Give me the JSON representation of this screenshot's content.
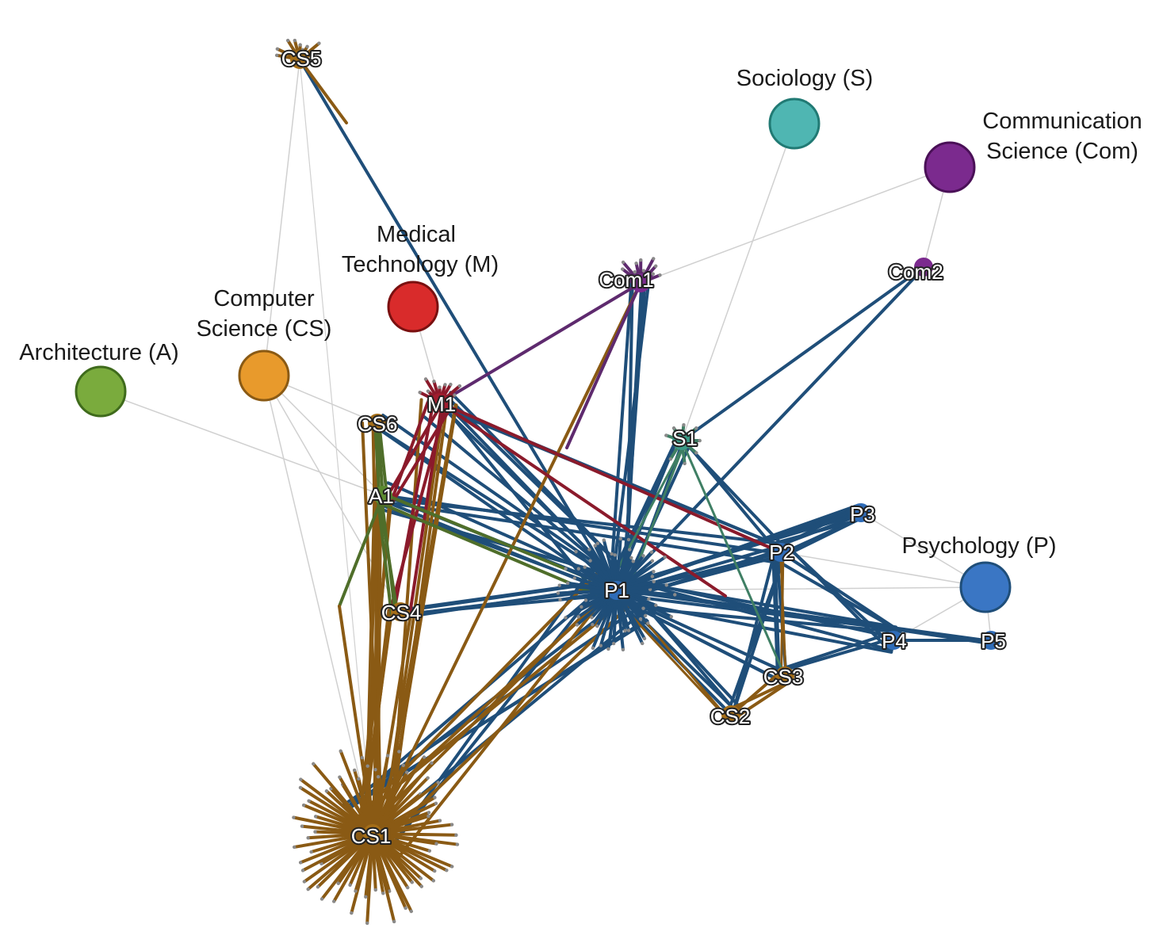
{
  "colors": {
    "architecture": "#7aab3d",
    "computer_science": "#e89a2c",
    "medical_technology": "#d92b2b",
    "sociology": "#4fb6b2",
    "communication_science": "#7b2a8e",
    "psychology": "#3a76c4",
    "edge_p": "#1f4e79",
    "edge_cs": "#8a5a14",
    "edge_m": "#8b1a2b",
    "edge_a": "#4f6e2a",
    "edge_com": "#5e2a6e",
    "edge_s": "#3f7f64",
    "edge_cat": "#d0d0d0"
  },
  "categories": [
    {
      "id": "A",
      "label_lines": [
        "Architecture (A)"
      ],
      "color": "#7aab3d",
      "border": "#3f6b1c"
    },
    {
      "id": "CS",
      "label_lines": [
        "Computer",
        "Science (CS)"
      ],
      "color": "#e89a2c",
      "border": "#8a5a14"
    },
    {
      "id": "M",
      "label_lines": [
        "Medical",
        "Technology (M)"
      ],
      "color": "#d92b2b",
      "border": "#7a1010"
    },
    {
      "id": "S",
      "label_lines": [
        "Sociology (S)"
      ],
      "color": "#4fb6b2",
      "border": "#217a74"
    },
    {
      "id": "Com",
      "label_lines": [
        "Communication",
        "Science (Com)"
      ],
      "color": "#7b2a8e",
      "border": "#4a1057"
    },
    {
      "id": "P",
      "label_lines": [
        "Psychology (P)"
      ],
      "color": "#3a76c4",
      "border": "#1f4e79"
    }
  ],
  "nodes": [
    {
      "id": "CS5",
      "label": "CS5",
      "category": "CS"
    },
    {
      "id": "Com1",
      "label": "Com1",
      "category": "Com"
    },
    {
      "id": "Com2",
      "label": "Com2",
      "category": "Com"
    },
    {
      "id": "M1",
      "label": "M1",
      "category": "M"
    },
    {
      "id": "CS6",
      "label": "CS6",
      "category": "CS"
    },
    {
      "id": "S1",
      "label": "S1",
      "category": "S"
    },
    {
      "id": "A1",
      "label": "A1",
      "category": "A"
    },
    {
      "id": "P3",
      "label": "P3",
      "category": "P"
    },
    {
      "id": "P2",
      "label": "P2",
      "category": "P"
    },
    {
      "id": "P1",
      "label": "P1",
      "category": "P"
    },
    {
      "id": "CS4",
      "label": "CS4",
      "category": "CS"
    },
    {
      "id": "P4",
      "label": "P4",
      "category": "P"
    },
    {
      "id": "P5",
      "label": "P5",
      "category": "P"
    },
    {
      "id": "CS3",
      "label": "CS3",
      "category": "CS"
    },
    {
      "id": "CS2",
      "label": "CS2",
      "category": "CS"
    },
    {
      "id": "CS1",
      "label": "CS1",
      "category": "CS"
    }
  ]
}
